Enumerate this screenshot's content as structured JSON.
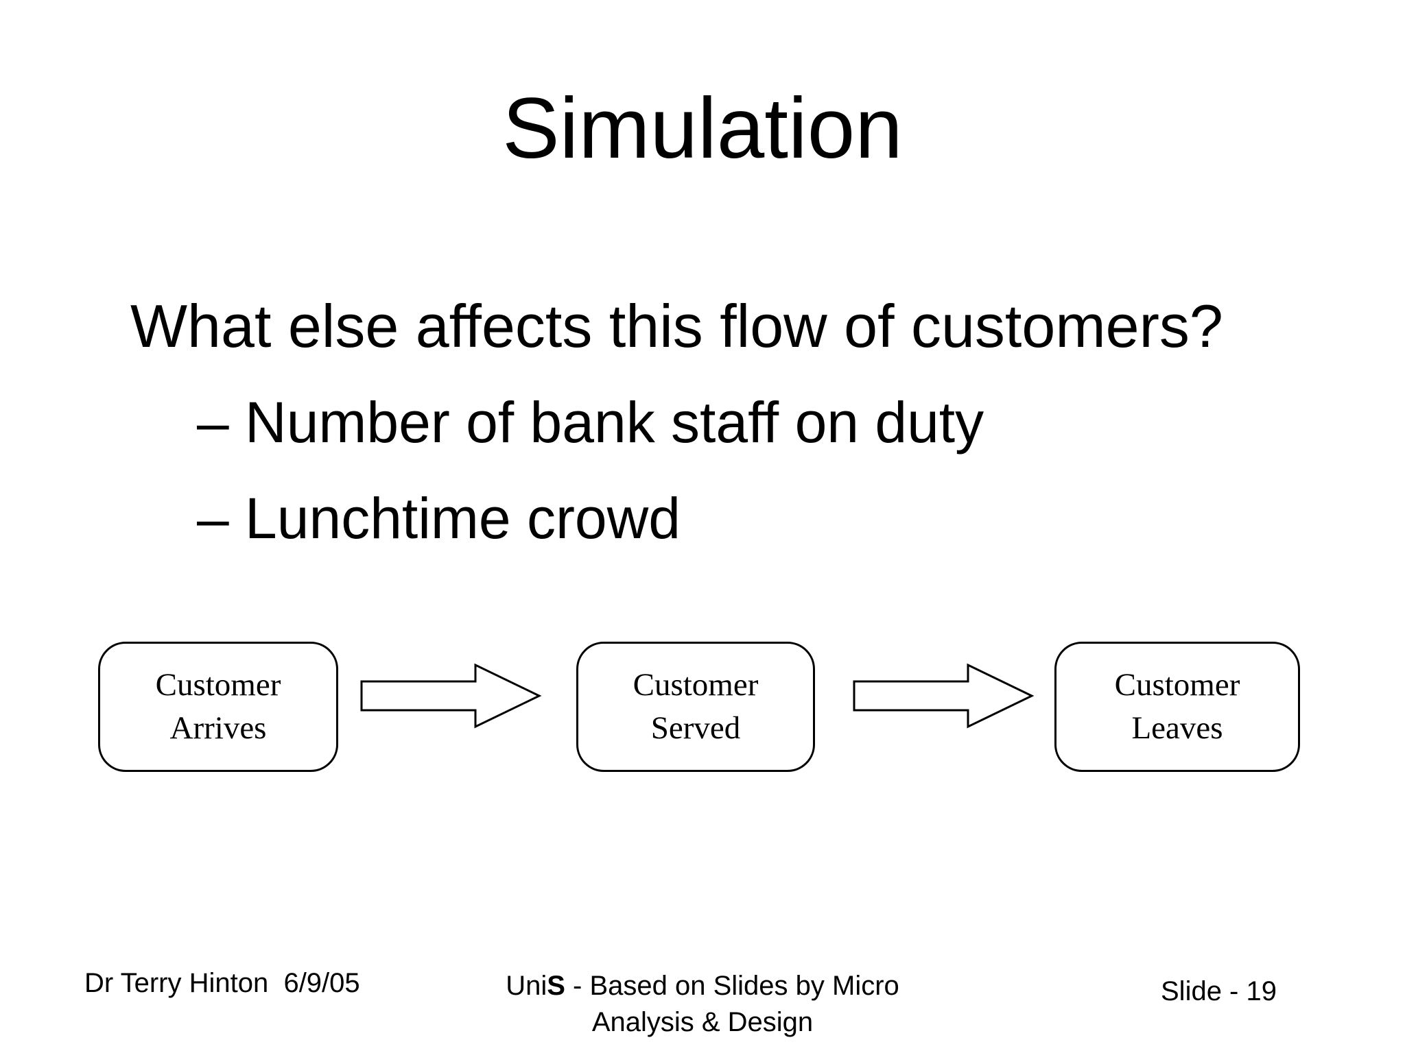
{
  "slide": {
    "title": "Simulation",
    "question": "What else affects this flow of customers?",
    "bullets": [
      "– Number of bank staff on duty",
      "– Lunchtime crowd"
    ],
    "flow": {
      "boxes": [
        {
          "line1": "Customer",
          "line2": "Arrives"
        },
        {
          "line1": "Customer",
          "line2": "Served"
        },
        {
          "line1": "Customer",
          "line2": "Leaves"
        }
      ],
      "arrow_direction": "right"
    },
    "footer": {
      "author": "Dr Terry Hinton  6/9/05",
      "credit_prefix": "Uni",
      "credit_bold": "S",
      "credit_rest": " - Based on Slides by Micro",
      "credit_line2": "Analysis & Design",
      "slide_number": "Slide - 19"
    },
    "colors": {
      "background": "#ffffff",
      "text": "#000000",
      "shape_border": "#000000",
      "shape_fill": "#ffffff"
    }
  }
}
